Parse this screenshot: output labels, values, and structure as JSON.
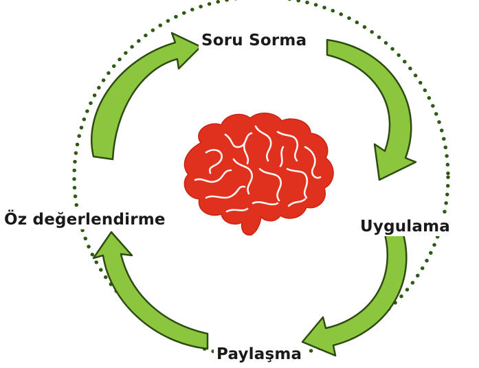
{
  "diagram": {
    "stages": [
      {
        "id": "top",
        "label": "Soru Sorma"
      },
      {
        "id": "right",
        "label": "Uygulama"
      },
      {
        "id": "bottom",
        "label": "Paylaşma"
      },
      {
        "id": "left",
        "label": "Öz değerlendirme"
      }
    ],
    "center_icon": "brain-icon"
  },
  "colors": {
    "arrow_fill": "#8cc63f",
    "arrow_stroke": "#2d4a10",
    "dots": "#2f5a14",
    "brain": "#e0301e",
    "brain_detail": "#ffffff",
    "text": "#1a1a1a"
  }
}
